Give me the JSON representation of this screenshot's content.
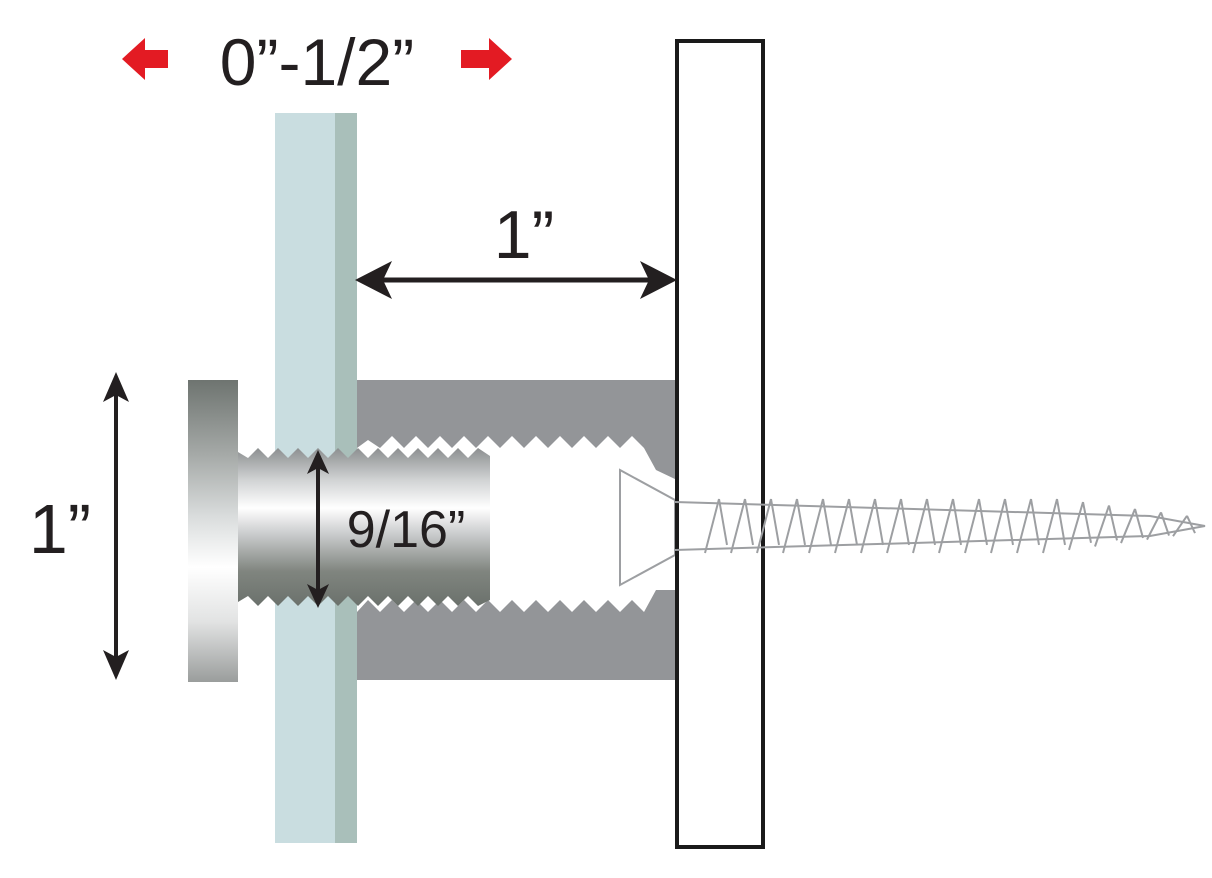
{
  "labels": {
    "panel_thickness": "0”-1/2”",
    "standoff_gap": "1”",
    "cap_diameter": "1”",
    "thread_diameter": "9/16”"
  },
  "colors": {
    "arrow_red": "#e31b23",
    "dimension_black": "#231f20",
    "glass_light": "#c9dde0",
    "glass_edge": "#a9bfba",
    "barrel_gray": "#939598",
    "screw_outline": "#9d9fa2",
    "wall_stroke": "#1a1a1a"
  },
  "icons": {
    "left_arrow": "red-left-arrow-icon",
    "right_arrow": "red-right-arrow-icon"
  }
}
